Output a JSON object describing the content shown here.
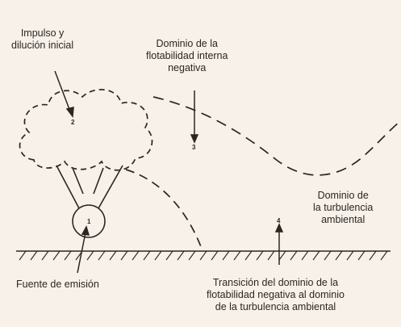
{
  "labels": {
    "impulso": [
      "Impulso y",
      "dilución inicial"
    ],
    "flotabilidad": [
      "Dominio de la",
      "flotabilidad interna",
      "negativa"
    ],
    "turbulencia": [
      "Dominio de",
      "la turbulencia",
      "ambiental"
    ],
    "fuente": "Fuente de emisión",
    "transicion": [
      "Transición del dominio de la",
      "flotabilidad negativa al dominio",
      "de la turbulencia ambiental"
    ]
  },
  "markers": {
    "m1": "1",
    "m2": "2",
    "m3": "3",
    "m4": "4"
  },
  "colors": {
    "ink": "#2c2622",
    "paper": "#f7f1ea"
  }
}
